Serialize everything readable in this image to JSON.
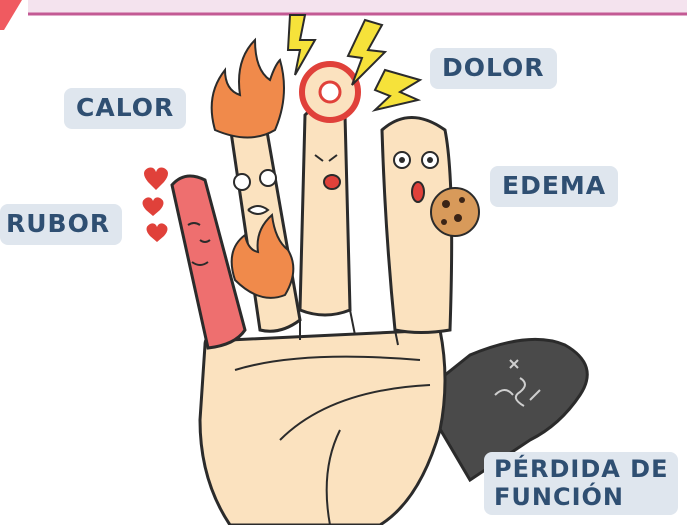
{
  "labels": {
    "calor": "CALOR",
    "dolor": "DOLOR",
    "edema": "EDEMA",
    "rubor": "RUBOR",
    "perdida_line1": "PÉRDIDA DE",
    "perdida_line2": "FUNCIÓN"
  },
  "colors": {
    "skin": "#fbe2bf",
    "outline": "#2b2b2b",
    "rubor_red": "#ee6f6f",
    "flame_orange": "#f08a4b",
    "bolt_yellow": "#f6e23a",
    "pain_red": "#e0413a",
    "loss_gray": "#4a4a4a",
    "label_bg": "#dfe6ee",
    "label_text": "#2f4f72",
    "frame_pink": "#c35a94"
  },
  "icons": [
    "heart-icon",
    "flame-icon",
    "lightning-bolt-icon",
    "cookie-icon"
  ]
}
